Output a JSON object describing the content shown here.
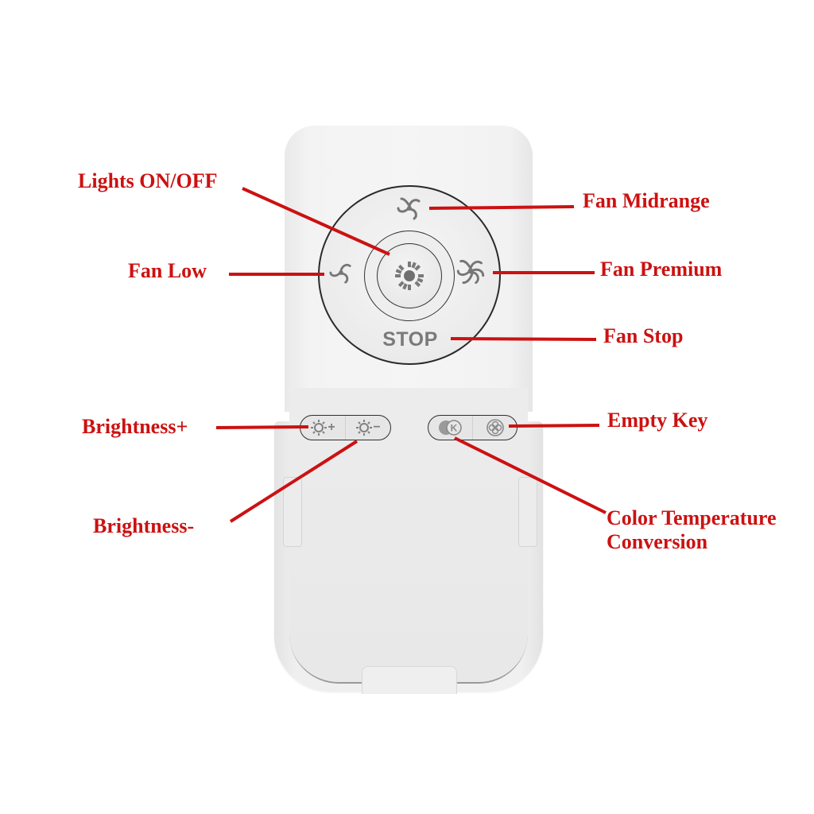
{
  "diagram": {
    "subject": "Ceiling fan light remote control",
    "accent_color": "#cc1111",
    "remote_color": "#f2f2f2"
  },
  "remote": {
    "dial": {
      "center_icon": "sun-light-icon",
      "top_icon": "fan-icon",
      "left_icon": "fan-icon",
      "right_icon": "fan-icon",
      "stop_label": "STOP"
    },
    "brightness_pill": {
      "plus_icon": "sun-icon",
      "plus_symbol": "+",
      "minus_icon": "sun-icon",
      "minus_symbol": "−"
    },
    "color_pill": {
      "k_icon": "color-temperature-k-icon",
      "k_letter": "K",
      "empty_icon": "flower-circle-icon"
    }
  },
  "labels": {
    "lights_on_off": "Lights ON/OFF",
    "fan_low": "Fan Low",
    "fan_midrange": "Fan Midrange",
    "fan_premium": "Fan Premium",
    "fan_stop": "Fan Stop",
    "brightness_plus": "Brightness+",
    "brightness_minus": "Brightness-",
    "empty_key": "Empty Key",
    "color_temp_line1": "Color Temperature",
    "color_temp_line2": "Conversion"
  }
}
